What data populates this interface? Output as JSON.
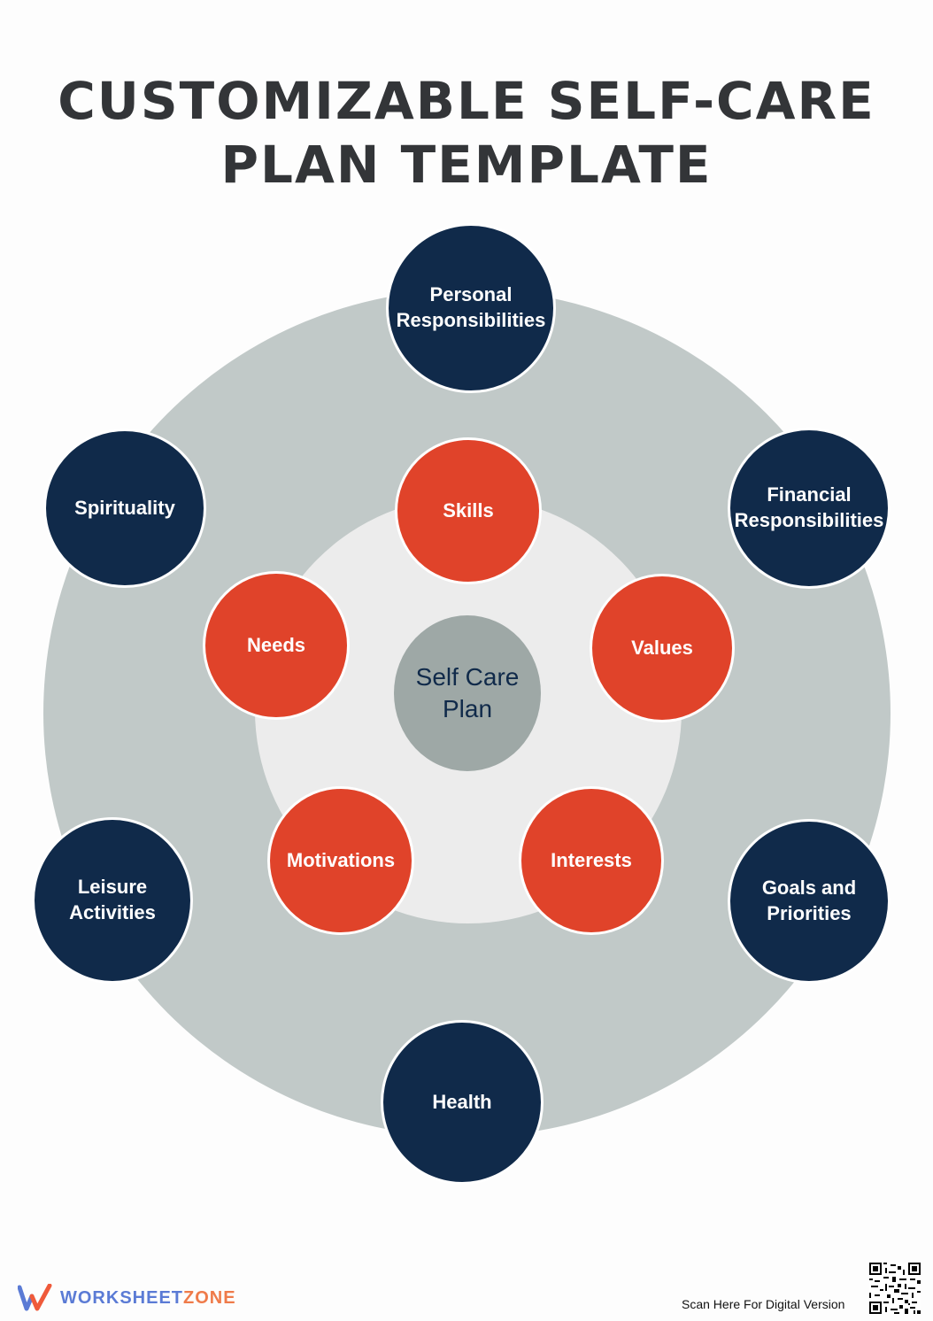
{
  "title": {
    "line1": "CUSTOMIZABLE SELF-CARE",
    "line2": "PLAN TEMPLATE"
  },
  "diagram": {
    "center": {
      "line1": "Self Care",
      "line2": "Plan"
    },
    "inner_nodes": [
      {
        "label": "Skills"
      },
      {
        "label": "Values"
      },
      {
        "label": "Interests"
      },
      {
        "label": "Motivations"
      },
      {
        "label": "Needs"
      }
    ],
    "outer_nodes": [
      {
        "line1": "Personal",
        "line2": "Responsibilities"
      },
      {
        "line1": "Financial",
        "line2": "Responsibilities"
      },
      {
        "line1": "Goals and",
        "line2": "Priorities"
      },
      {
        "line1": "Health",
        "line2": ""
      },
      {
        "line1": "Leisure",
        "line2": "Activities"
      },
      {
        "line1": "Spirituality",
        "line2": ""
      }
    ],
    "colors": {
      "outer_node": "#102a4a",
      "inner_node": "#e0432a",
      "center_node": "#9ea8a6",
      "outer_ring": "#c1c9c8",
      "inner_ring": "#ececec"
    }
  },
  "footer": {
    "logo": {
      "part1": "WORKSHEET",
      "part2": "ZONE",
      "icon": "worksheetzone-logo-icon"
    },
    "scan_text": "Scan Here For Digital Version",
    "qr_icon": "qr-code-icon"
  }
}
